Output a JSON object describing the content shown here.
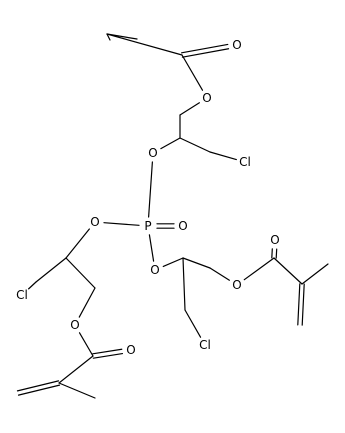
{
  "diagram": {
    "atom_labels": {
      "o_carbonyl_1": "O",
      "o_ester_1": "O",
      "o_p_1": "O",
      "cl_1": "Cl",
      "p": "P",
      "o_double_p": "O",
      "o_p_2": "O",
      "cl_2": "Cl",
      "o_ester_2": "O",
      "o_carbonyl_2": "O",
      "o_p_3": "O",
      "o_carbonyl_3": "O",
      "o_ester_3": "O",
      "cl_3": "Cl"
    },
    "colors": {
      "bond": "#000000",
      "label": "#000000",
      "background": "#ffffff"
    }
  }
}
